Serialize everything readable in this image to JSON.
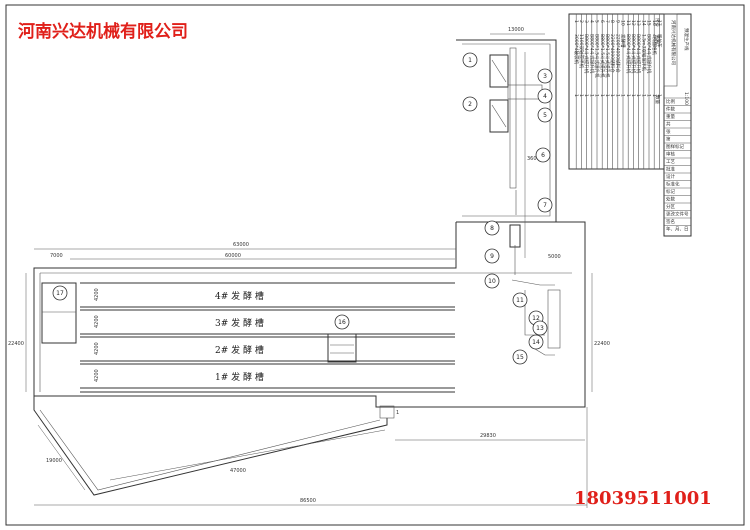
{
  "company_watermark": "河南兴达机械有限公司",
  "phone_watermark": "18039511001",
  "accent_color": "#e0201a",
  "title_block": {
    "company": "河南兴达机械有限公司",
    "project": "预混生产线",
    "labels": [
      "比例",
      "件数",
      "重量",
      "共",
      "张",
      "第",
      "图样标记",
      "审核",
      "工艺",
      "批准",
      "设计",
      "标准化",
      "标记",
      "处数",
      "分区",
      "更改文件号",
      "签名",
      "年、月、日"
    ],
    "scale": "1:100"
  },
  "parts_list": {
    "header_no": "序号",
    "header_name": "名称",
    "header_qty": "数量",
    "items": [
      {
        "no": "1",
        "name": "3000*4破袋机",
        "qty": "1"
      },
      {
        "no": "2",
        "name": "1100双轴搅拌机",
        "qty": "1"
      },
      {
        "no": "3",
        "name": "B800*4斗式提升机",
        "qty": "1"
      },
      {
        "no": "4",
        "name": "B800*4斗式提升机",
        "qty": "1"
      },
      {
        "no": "5",
        "name": "B800*1.5斗式提升机",
        "qty": "1"
      },
      {
        "no": "6",
        "name": "B800*1.5斗式提升机",
        "qty": "1"
      },
      {
        "no": "7",
        "name": "B800*1.5斗式提升机",
        "qty": "1"
      },
      {
        "no": "8",
        "name": "2200*4000储料仓",
        "qty": "1"
      },
      {
        "no": "9",
        "name": "2200*4000储料仓",
        "qty": "1"
      },
      {
        "no": "10",
        "name": "发酵槽",
        "qty": "1"
      },
      {
        "no": "11",
        "name": "B800*4斗式提升机",
        "qty": "1"
      },
      {
        "no": "12",
        "name": "B800*4斗式提升机",
        "qty": "1"
      },
      {
        "no": "13",
        "name": "B800*4斗式提升机",
        "qty": "1"
      },
      {
        "no": "14",
        "name": "1.5m3双轴搅拌机",
        "qty": "1"
      },
      {
        "no": "15",
        "name": "B800*4斗式提升机",
        "qty": "1"
      },
      {
        "no": "16",
        "name": "4桥翻堆机",
        "qty": "1"
      },
      {
        "no": "17",
        "name": "移位车",
        "qty": "1"
      }
    ]
  },
  "tanks": [
    {
      "label": "4# 发 酵 槽",
      "width_dim": "4200"
    },
    {
      "label": "3# 发 酵 槽",
      "width_dim": "4200"
    },
    {
      "label": "2# 发 酵 槽",
      "width_dim": "4200"
    },
    {
      "label": "1# 发 酵 槽",
      "width_dim": "4200"
    }
  ],
  "dimensions": {
    "top_wide": "13000",
    "right_vertical": "36000",
    "overall_length": "63000",
    "tank_length": "60000",
    "left_offset": "7000",
    "left_height": "22400",
    "right_height": "22400",
    "right_small": "5000",
    "bottom_step": "29830",
    "diagonal_long": "47000",
    "diagonal_short": "19000",
    "bottom_total": "86500",
    "note_box": "1"
  },
  "callouts": [
    "1",
    "2",
    "3",
    "4",
    "5",
    "6",
    "7",
    "8",
    "9",
    "10",
    "11",
    "12",
    "13",
    "14",
    "15",
    "16",
    "17"
  ]
}
